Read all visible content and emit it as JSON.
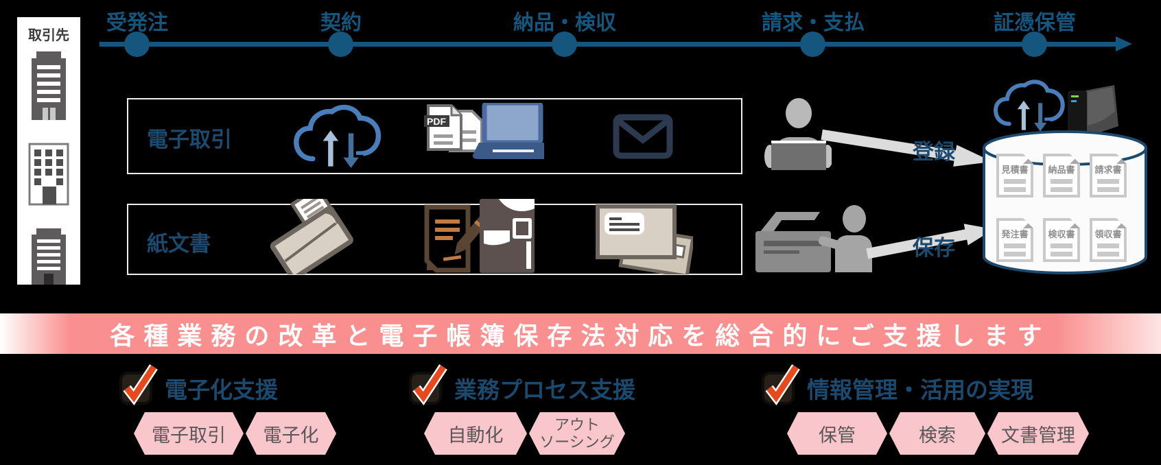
{
  "partner_panel": {
    "label": "取引先"
  },
  "timeline": {
    "stages": [
      {
        "label": "受発注"
      },
      {
        "label": "契約"
      },
      {
        "label": "納品・検収"
      },
      {
        "label": "請求・支払"
      },
      {
        "label": "証憑保管"
      }
    ]
  },
  "digital_row": {
    "label": "電子取引"
  },
  "paper_row": {
    "label": "紙文書"
  },
  "flow": {
    "register_label": "登録",
    "save_label": "保存"
  },
  "archive": {
    "documents": [
      {
        "title": "見積書"
      },
      {
        "title": "納品書"
      },
      {
        "title": "請求書"
      },
      {
        "title": "発注書"
      },
      {
        "title": "検収書"
      },
      {
        "title": "領収書"
      }
    ]
  },
  "banner": {
    "text": "各種業務の改革と電子帳簿保存法対応を総合的にご支援します"
  },
  "features": [
    {
      "title": "電子化支援",
      "tags": [
        {
          "label": "電子取引"
        },
        {
          "label": "電子化"
        }
      ]
    },
    {
      "title": "業務プロセス支援",
      "tags": [
        {
          "label": "自動化"
        },
        {
          "label": "アウト\nソーシング"
        }
      ]
    },
    {
      "title": "情報管理・活用の実現",
      "tags": [
        {
          "label": "保管"
        },
        {
          "label": "検索"
        },
        {
          "label": "文書管理"
        }
      ]
    }
  ],
  "icons": {
    "pdf_label": "PDF"
  },
  "colors": {
    "timeline_blue": "#15567e",
    "heading_blue": "#1b4a6e",
    "banner_pink": "#f9908f",
    "tag_pink": "#f9c6cb",
    "check_orange": "#e8491c",
    "cloud_blue": "#4a7ebb"
  }
}
